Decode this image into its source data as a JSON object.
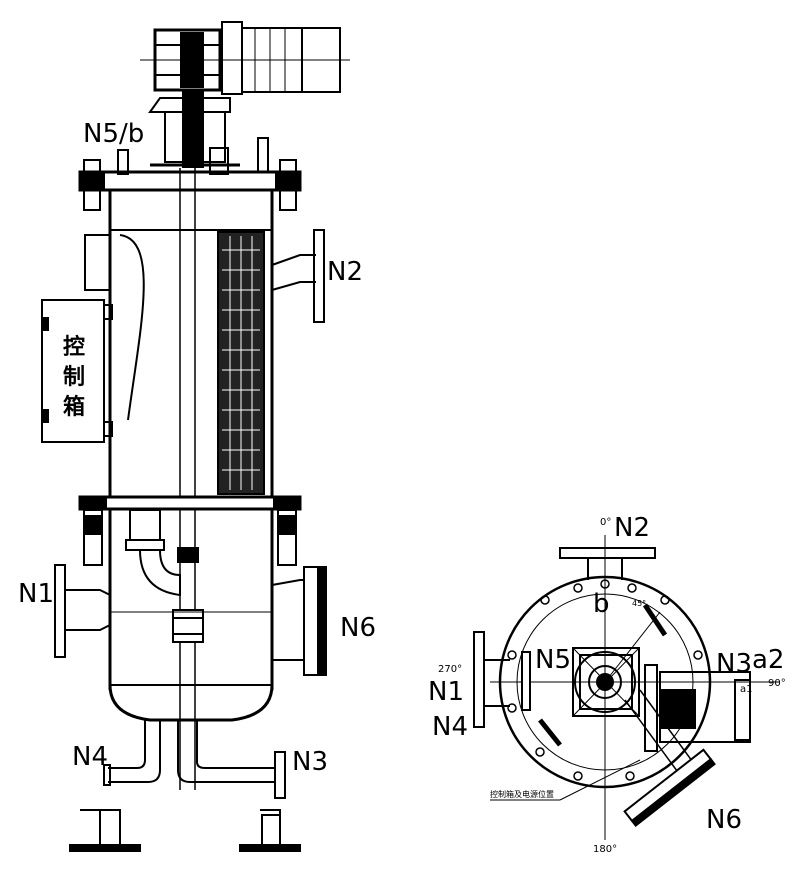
{
  "labels": {
    "n5b": "N5/b",
    "n2_side": "N2",
    "n1_side": "N1",
    "n6_side": "N6",
    "n4_side": "N4",
    "n3_side": "N3",
    "control_box_chars": [
      "控",
      "制",
      "箱"
    ],
    "n2_top": "N2",
    "deg0": "0°",
    "n1_top": "N1",
    "deg270": "270°",
    "n4_top": "N4",
    "n5_top": "N5",
    "b_top": "b",
    "n3_top": "N3",
    "a2_top": "a2",
    "a1_top": "a1",
    "deg90": "90°",
    "n6_top": "N6",
    "deg180": "180°",
    "deg45": "45°",
    "leader_note": "控制箱及电源位置"
  },
  "colors": {
    "line": "#000000",
    "fill": "#000000",
    "bg": "#ffffff"
  }
}
